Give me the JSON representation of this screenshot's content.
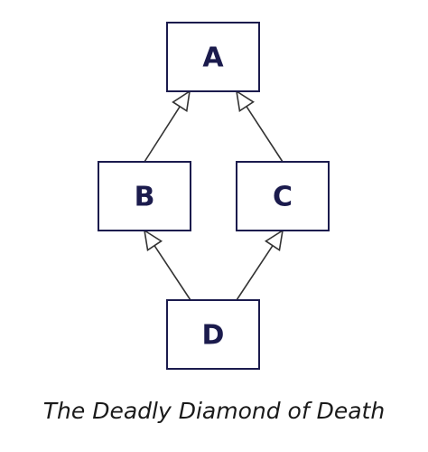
{
  "diagram": {
    "nodes": [
      {
        "id": "A",
        "label": "A"
      },
      {
        "id": "B",
        "label": "B"
      },
      {
        "id": "C",
        "label": "C"
      },
      {
        "id": "D",
        "label": "D"
      }
    ],
    "edges": [
      {
        "from": "B",
        "to": "A",
        "type": "inheritance"
      },
      {
        "from": "C",
        "to": "A",
        "type": "inheritance"
      },
      {
        "from": "D",
        "to": "B",
        "type": "inheritance"
      },
      {
        "from": "D",
        "to": "C",
        "type": "inheritance"
      }
    ],
    "caption": "The Deadly Diamond of Death"
  },
  "colors": {
    "box_stroke": "#1b1b4d",
    "box_fill": "#ffffff",
    "label": "#1b1b4d",
    "edge": "#333333"
  }
}
